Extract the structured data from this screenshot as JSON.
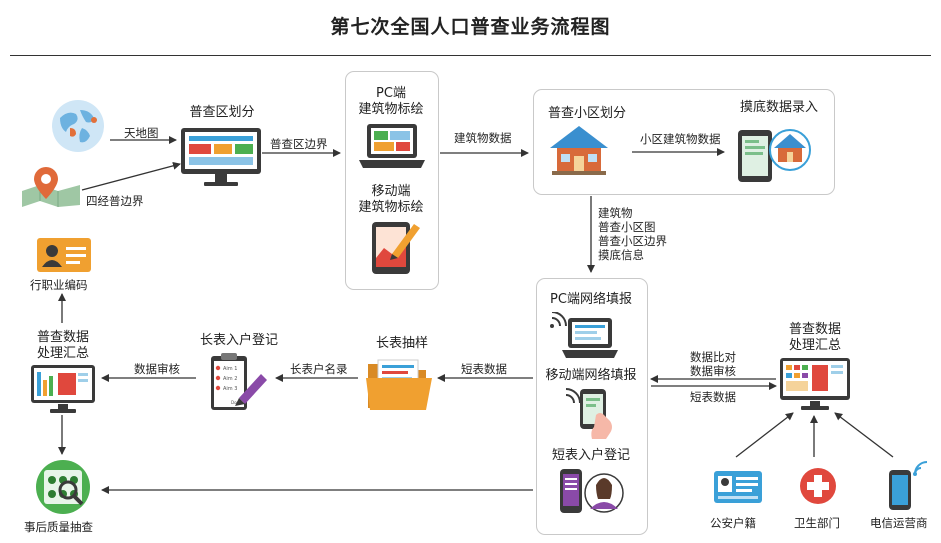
{
  "title": "第七次全国人口普查业务流程图",
  "nodes": {
    "tianditu": "天地图",
    "sijing": "四经普边界",
    "quhuafen": "普查区划分",
    "pc_building": "PC端\n建筑物标绘",
    "mobile_building": "移动端\n建筑物标绘",
    "xiaoqu": "普查小区划分",
    "modi": "摸底数据录入",
    "pc_fill": "PC端网络填报",
    "mobile_fill": "移动端网络填报",
    "short_register": "短表入户登记",
    "sampling": "长表抽样",
    "long_register": "长表入户登记",
    "processing_left": "普查数据\n处理汇总",
    "occupation": "行职业编码",
    "quality": "事后质量抽查",
    "processing_right": "普查数据\n处理汇总",
    "police": "公安户籍",
    "health": "卫生部门",
    "telecom": "电信运营商"
  },
  "edges": {
    "quhua_boundary": "普查区边界",
    "building_data": "建筑物数据",
    "xiaoqu_building_data": "小区建筑物数据",
    "down_info": "建筑物\n普查小区图\n普查小区边界\n摸底信息",
    "short_data": "短表数据",
    "long_list": "长表户名录",
    "data_review": "数据审核",
    "compare_review": "数据比对\n数据审核",
    "short_data_right": "短表数据"
  },
  "checklist": [
    "Aim 1",
    "Aim 2",
    "Aim 3",
    "Done"
  ],
  "colors": {
    "arrow": "#333333",
    "panel_border": "#c9c9c9",
    "monitor": "#3a3a3a",
    "orange": "#f0a030",
    "red": "#e0483d",
    "blue": "#3aa0d8",
    "green": "#4caf50",
    "purple": "#8a4aa8"
  }
}
